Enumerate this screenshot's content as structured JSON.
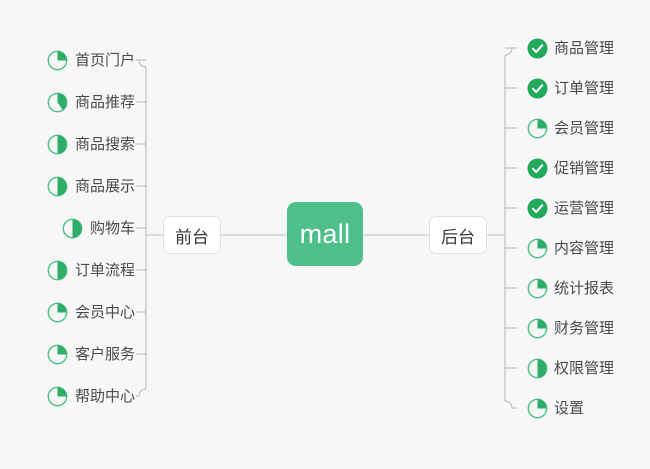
{
  "diagram": {
    "type": "mind-map",
    "background_color": "#f7f7f7",
    "accent_color": "#4fbf8a",
    "center": {
      "label": "mall",
      "fill_color": "#4fbf8a",
      "text_color": "#ffffff"
    },
    "branches": [
      {
        "id": "frontend",
        "label": "前台",
        "side": "left",
        "items": [
          {
            "label": "首页门户",
            "status": "partial",
            "progress": 25
          },
          {
            "label": "商品推荐",
            "status": "partial",
            "progress": 40
          },
          {
            "label": "商品搜索",
            "status": "partial",
            "progress": 50
          },
          {
            "label": "商品展示",
            "status": "partial",
            "progress": 50
          },
          {
            "label": "购物车",
            "status": "partial",
            "progress": 50
          },
          {
            "label": "订单流程",
            "status": "partial",
            "progress": 50
          },
          {
            "label": "会员中心",
            "status": "partial",
            "progress": 25
          },
          {
            "label": "客户服务",
            "status": "partial",
            "progress": 25
          },
          {
            "label": "帮助中心",
            "status": "partial",
            "progress": 25
          }
        ]
      },
      {
        "id": "backend",
        "label": "后台",
        "side": "right",
        "items": [
          {
            "label": "商品管理",
            "status": "done",
            "progress": 100
          },
          {
            "label": "订单管理",
            "status": "done",
            "progress": 100
          },
          {
            "label": "会员管理",
            "status": "partial",
            "progress": 25
          },
          {
            "label": "促销管理",
            "status": "done",
            "progress": 100
          },
          {
            "label": "运营管理",
            "status": "done",
            "progress": 100
          },
          {
            "label": "内容管理",
            "status": "partial",
            "progress": 25
          },
          {
            "label": "统计报表",
            "status": "partial",
            "progress": 25
          },
          {
            "label": "财务管理",
            "status": "partial",
            "progress": 25
          },
          {
            "label": "权限管理",
            "status": "partial",
            "progress": 50
          },
          {
            "label": "设置",
            "status": "partial",
            "progress": 25
          }
        ]
      }
    ],
    "icons": {
      "done": "check-circle-icon",
      "partial": "progress-pie-icon"
    },
    "colors": {
      "icon_stroke": "#4fbf8a",
      "icon_fill": "#2fae68",
      "icon_check_bg": "#21a85b",
      "connector": "#bdbdbd",
      "node_border": "#e0e0e0",
      "label_text": "#4a4a4a"
    }
  }
}
